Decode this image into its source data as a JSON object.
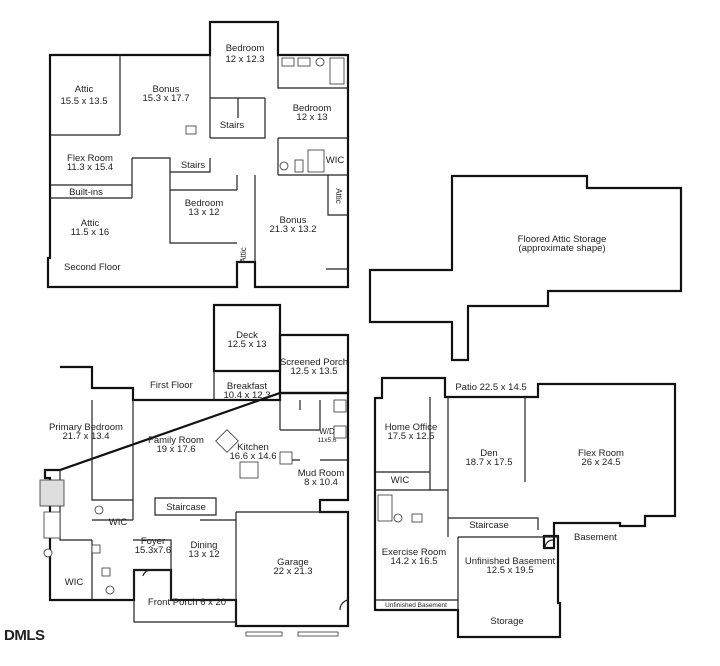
{
  "floors": {
    "second": "Second Floor",
    "first": "First Floor",
    "basement": "Basement"
  },
  "logo": "DMLS",
  "rooms": {
    "attic_a": {
      "name": "Attic",
      "size": "15.5 x 13.5"
    },
    "bonus_a": {
      "name": "Bonus",
      "size": "15.3 x 17.7"
    },
    "bedroom_a": {
      "name": "Bedroom",
      "size": "12 x 12.3"
    },
    "bedroom_b": {
      "name": "Bedroom",
      "size": "12 x 13"
    },
    "flex_a": {
      "name": "Flex Room",
      "size": "11.3 x 15.4"
    },
    "builtins": {
      "name": "Built-ins"
    },
    "attic_b": {
      "name": "Attic",
      "size": "11.5 x 16"
    },
    "bedroom_c": {
      "name": "Bedroom",
      "size": "13 x 12"
    },
    "bonus_b": {
      "name": "Bonus",
      "size": "21.3 x 13.2"
    },
    "stairs_a": "Stairs",
    "stairs_b": "Stairs",
    "wic_a": "WIC",
    "attic_side_a": "Attic",
    "attic_side_b": "Attic",
    "floored_attic": {
      "name": "Floored Attic Storage",
      "note": "(approximate shape)"
    },
    "deck": {
      "name": "Deck",
      "size": "12.5 x 13"
    },
    "screened_porch": {
      "name": "Screened Porch",
      "size": "12.5 x 13.5"
    },
    "breakfast": {
      "name": "Breakfast",
      "size": "10.4 x 12.3"
    },
    "primary_bedroom": {
      "name": "Primary Bedroom",
      "size": "21.7 x 13.4"
    },
    "family_room": {
      "name": "Family Room",
      "size": "19 x 17.6"
    },
    "kitchen": {
      "name": "Kitchen",
      "size": "16.6 x 14.6"
    },
    "wd": {
      "name": "W/D",
      "size": "11x5.6"
    },
    "mud_room": {
      "name": "Mud Room",
      "size": "8 x 10.4"
    },
    "staircase_a": "Staircase",
    "wic_b": "WIC",
    "foyer": {
      "name": "Foyer",
      "size": "15.3x7.6"
    },
    "dining": {
      "name": "Dining",
      "size": "13 x 12"
    },
    "garage": {
      "name": "Garage",
      "size": "22 x 21.3"
    },
    "wic_c": "WIC",
    "front_porch": "Front Porch 6 x 20",
    "patio": "Patio 22.5 x 14.5",
    "home_office": {
      "name": "Home Office",
      "size": "17.5 x 12.5"
    },
    "den": {
      "name": "Den",
      "size": "18.7 x 17.5"
    },
    "flex_b": {
      "name": "Flex Room",
      "size": "26 x 24.5"
    },
    "wic_d": "WIC",
    "staircase_b": "Staircase",
    "exercise": {
      "name": "Exercise Room",
      "size": "14.2 x 16.5"
    },
    "unfinished": {
      "name": "Unfinished Basement",
      "size": "12.5 x 19.5"
    },
    "unfinished_strip": "Unfinished Basement",
    "storage": "Storage"
  }
}
